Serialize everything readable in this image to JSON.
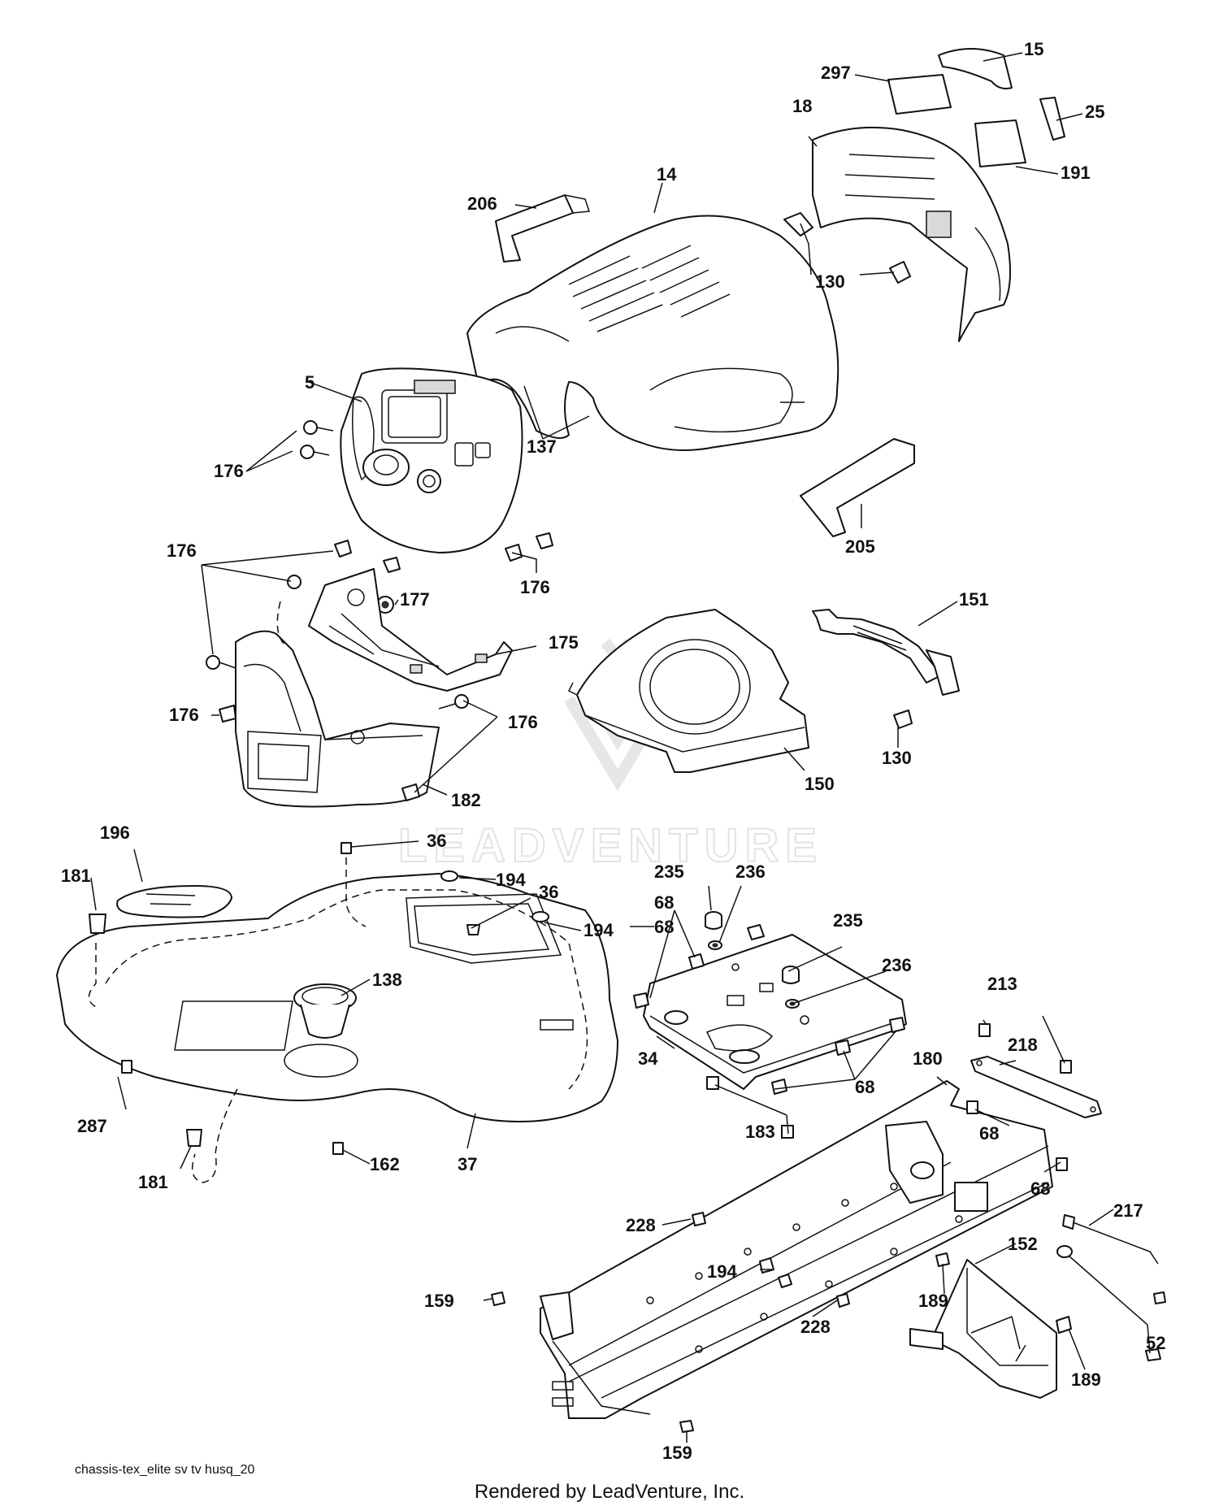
{
  "watermark": "LEADVENTURE",
  "diagram_id": "chassis-tex_elite sv tv husq_20",
  "credit": "Rendered by LeadVenture, Inc.",
  "callouts": {
    "c15": "15",
    "c297": "297",
    "c25": "25",
    "c18": "18",
    "c191": "191",
    "c14": "14",
    "c206": "206",
    "c130a": "130",
    "c5": "5",
    "c137": "137",
    "c176a": "176",
    "c205": "205",
    "c176b": "176",
    "c176c": "176",
    "c177": "177",
    "c151": "151",
    "c175": "175",
    "c176d": "176",
    "c176e": "176",
    "c130b": "130",
    "c150": "150",
    "c182": "182",
    "c196": "196",
    "c36a": "36",
    "c181a": "181",
    "c194a": "194",
    "c235a": "235",
    "c236a": "236",
    "c36b": "36",
    "c68a": "68",
    "c194b": "194",
    "c68b": "68",
    "c235b": "235",
    "c236b": "236",
    "c138": "138",
    "c213": "213",
    "c34": "34",
    "c180": "180",
    "c218": "218",
    "c68c": "68",
    "c287": "287",
    "c183": "183",
    "c68d": "68",
    "c37": "37",
    "c162": "162",
    "c181b": "181",
    "c68e": "68",
    "c228a": "228",
    "c217": "217",
    "c152": "152",
    "c194c": "194",
    "c159a": "159",
    "c189a": "189",
    "c228b": "228",
    "c52": "52",
    "c189b": "189",
    "c159b": "159"
  }
}
